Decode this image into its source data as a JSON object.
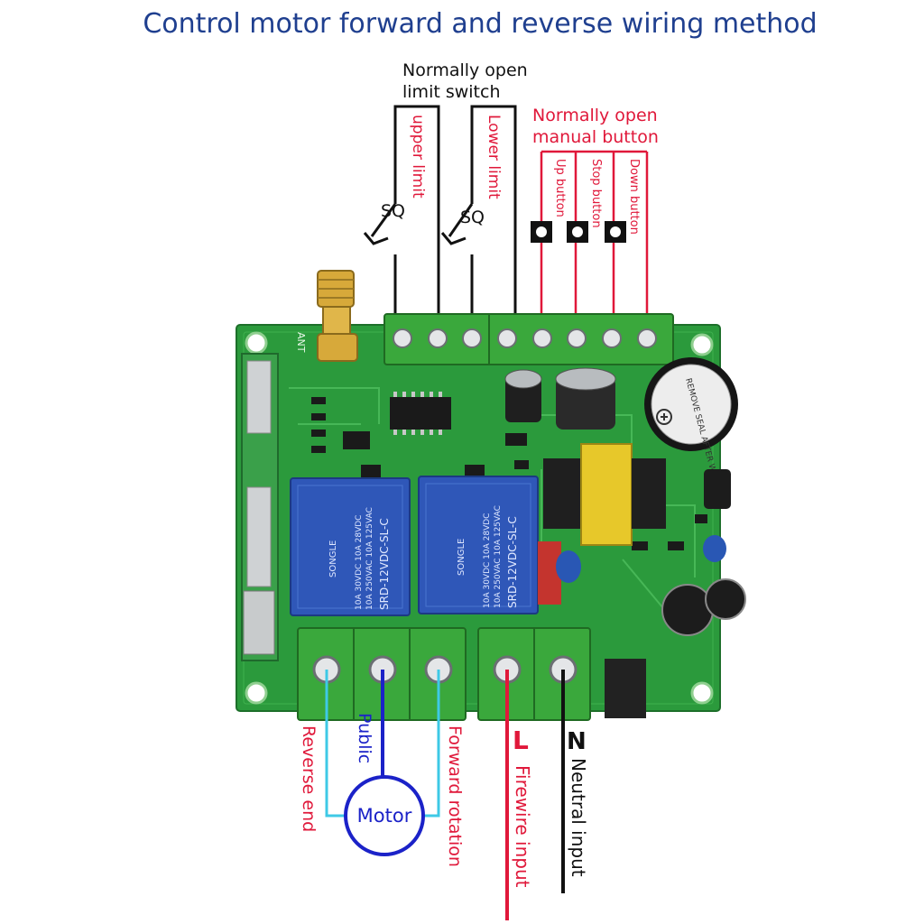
{
  "title": "Control motor forward and reverse wiring method",
  "limit_switch_label": [
    "Normally open",
    "limit switch"
  ],
  "manual_button_label": [
    "Normally open",
    "manual button"
  ],
  "upper_limit": "upper limit",
  "lower_limit": "Lower limit",
  "sq": "SQ",
  "up_button": "Up button",
  "stop_button": "Stop button",
  "down_button": "Down button",
  "ant": "ANT",
  "relay_brand": "SONGLE",
  "relay_model": "SRD-12VDC-SL-C",
  "relay_rating_1": "10A 250VAC 10A 125VAC",
  "relay_rating_2": "10A 30VDC 10A 28VDC",
  "buzzer_text": "REMOVE SEAL AFTER WASHING",
  "reverse_end": "Reverse end",
  "public": "Public",
  "forward_rotation": "Forward rotation",
  "motor": "Motor",
  "L": "L",
  "N": "N",
  "firewire_input": "Firewire input",
  "neutral_input": "Neutral input",
  "colors": {
    "title": "#1f3f8f",
    "red_label": "#e0183a",
    "blue_label": "#1b22c8",
    "cyan_wire": "#3ec9e6",
    "pcb": "#2b9a3c",
    "relay": "#2f57b8",
    "terminal": "#3aa83c"
  }
}
